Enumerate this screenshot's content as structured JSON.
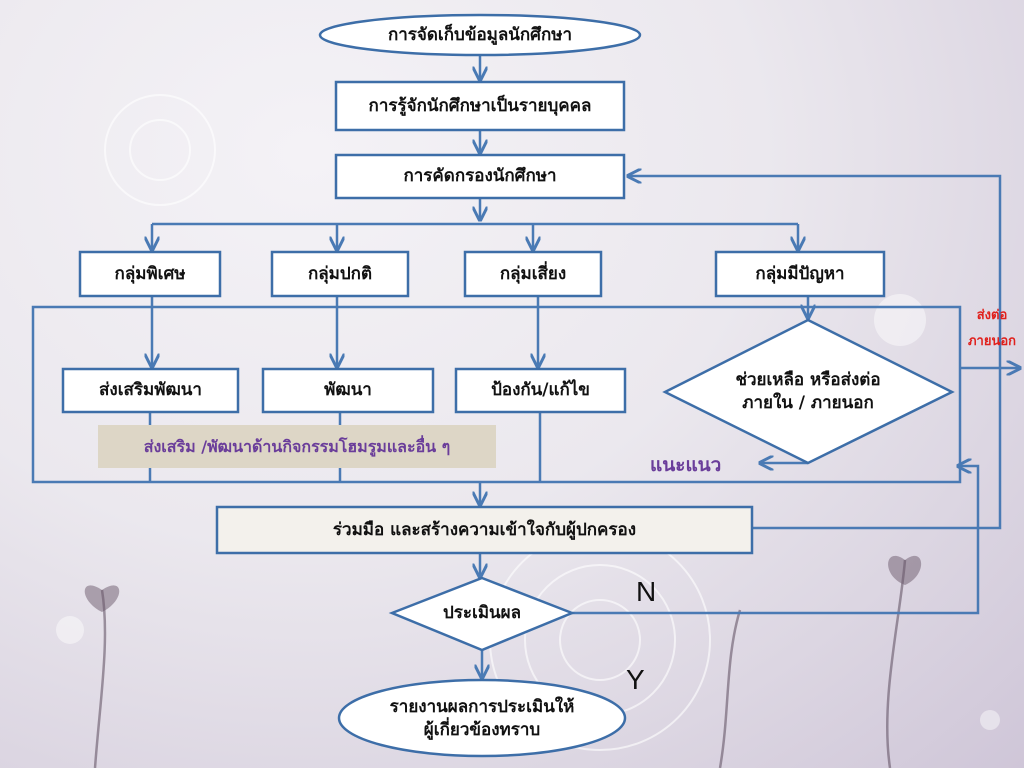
{
  "nodes": {
    "start": "การจัดเก็บข้อมูลนักศึกษา",
    "know": "การรู้จักนักศึกษาเป็นรายบุคคล",
    "screen": "การคัดกรองนักศึกษา",
    "special": "กลุ่มพิเศษ",
    "normal": "กลุ่มปกติ",
    "risk": "กลุ่มเสี่ยง",
    "problem": "กลุ่มมีปัญหา",
    "promote": "ส่งเสริมพัฒนา",
    "develop": "พัฒนา",
    "prevent": "ป้องกัน/แก้ไข",
    "help_line1": "ช่วยเหลือ หรือส่งต่อ",
    "help_line2": "ภายใน / ภายนอก",
    "activities": "ส่งเสริม /พัฒนาด้านกิจกรรมโฮมรูมและอื่น ๆ",
    "cooperate": "ร่วมมือ และสร้างความเข้าใจกับผู้ปกครอง",
    "evaluate": "ประเมินผล",
    "report_line1": "รายงานผลการประเมินให้",
    "report_line2": "ผู้เกี่ยวข้องทราบ"
  },
  "labels": {
    "refer_line1": "ส่งต่อ",
    "refer_line2": "ภายนอก",
    "guidance": "แนะแนว",
    "no": "N",
    "yes": "Y"
  },
  "colors": {
    "line": "#4a7ab4",
    "node_border": "#3d6ea8",
    "node_fill": "#ffffff",
    "activities_fill": "#ddd6c6",
    "cooperate_fill": "#f3f1ec",
    "refer_text": "#e0201c",
    "guidance_text": "#6a3d9a"
  }
}
